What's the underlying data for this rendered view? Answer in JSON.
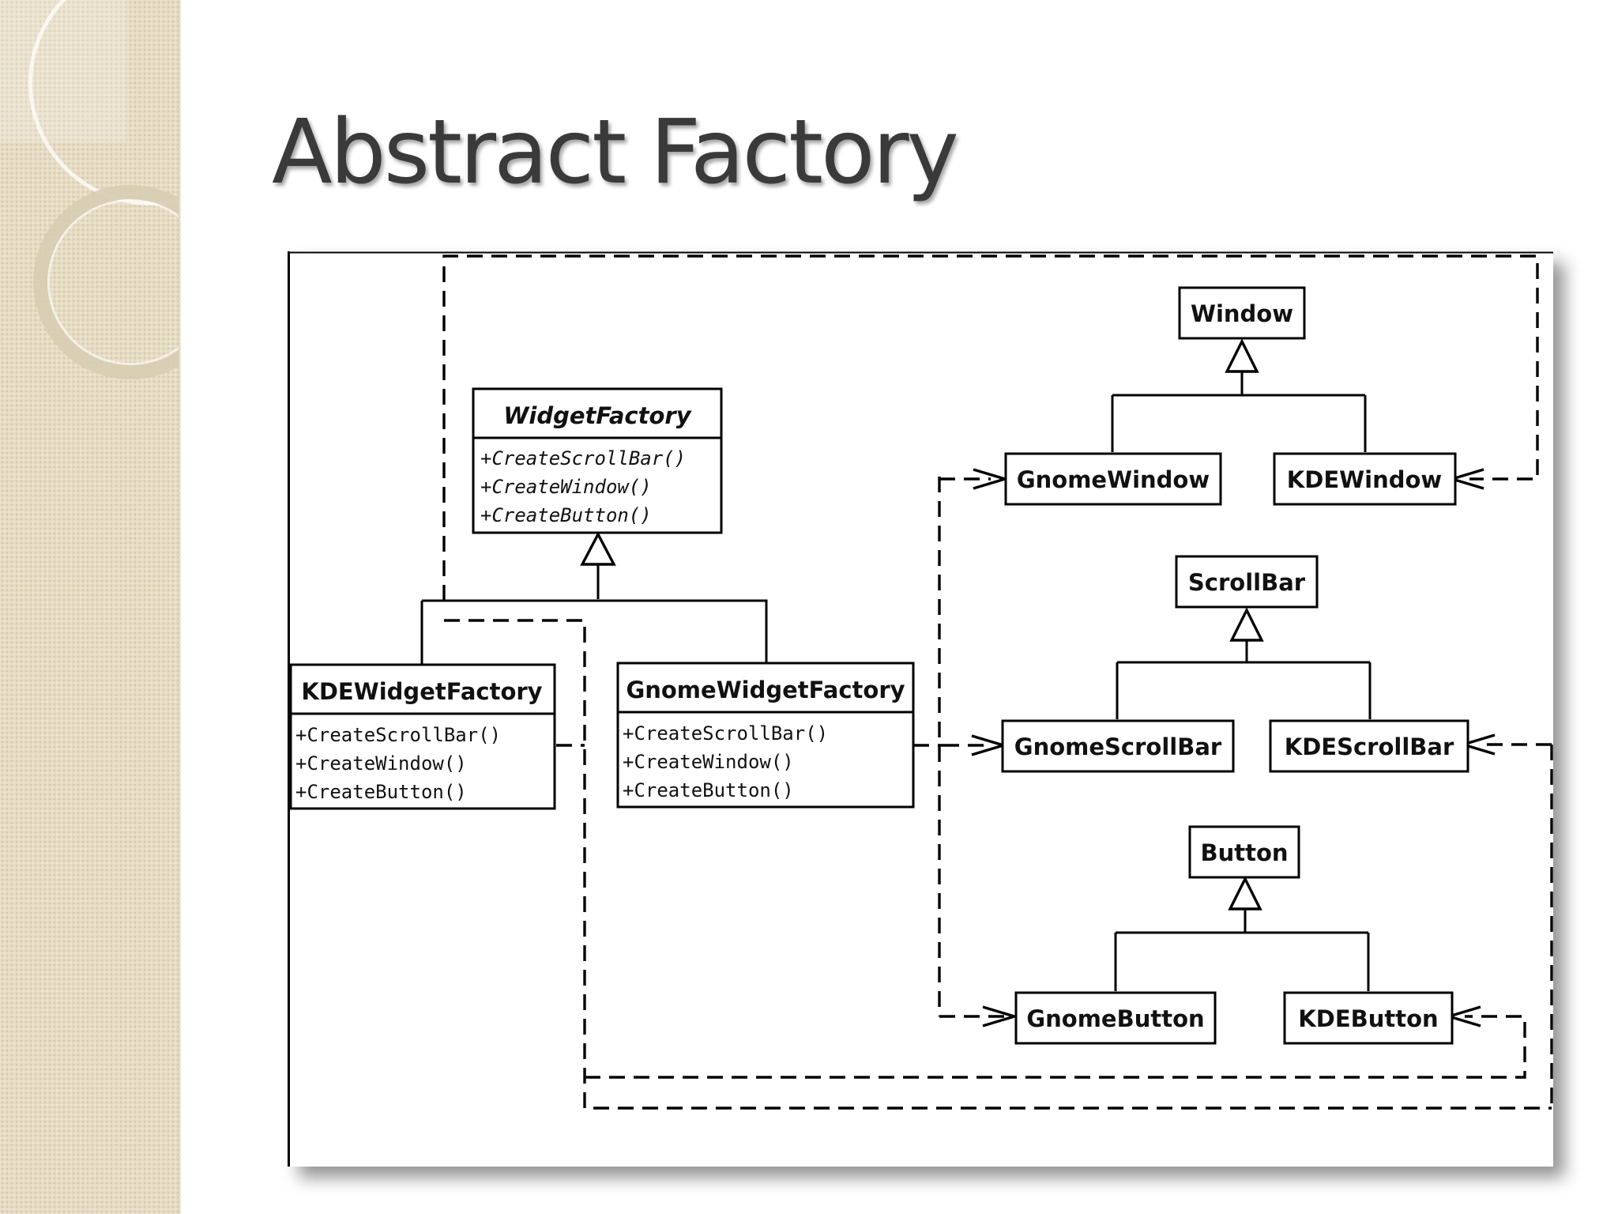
{
  "slide": {
    "title": "Abstract Factory"
  },
  "diagram": {
    "widget_factory": {
      "name": "WidgetFactory",
      "operations": [
        "+CreateScrollBar()",
        "+CreateWindow()",
        "+CreateButton()"
      ]
    },
    "kde_widget_factory": {
      "name": "KDEWidgetFactory",
      "operations": [
        "+CreateScrollBar()",
        "+CreateWindow()",
        "+CreateButton()"
      ]
    },
    "gnome_widget_factory": {
      "name": "GnomeWidgetFactory",
      "operations": [
        "+CreateScrollBar()",
        "+CreateWindow()",
        "+CreateButton()"
      ]
    },
    "window": "Window",
    "gnome_window": "GnomeWindow",
    "kde_window": "KDEWindow",
    "scrollbar": "ScrollBar",
    "gnome_scrollbar": "GnomeScrollBar",
    "kde_scrollbar": "KDEScrollBar",
    "button": "Button",
    "gnome_button": "GnomeButton",
    "kde_button": "KDEButton"
  },
  "colors": {
    "sidebar": "#e6dcc4",
    "title_text": "#3a3a3a",
    "diagram_ink": "#000000"
  }
}
